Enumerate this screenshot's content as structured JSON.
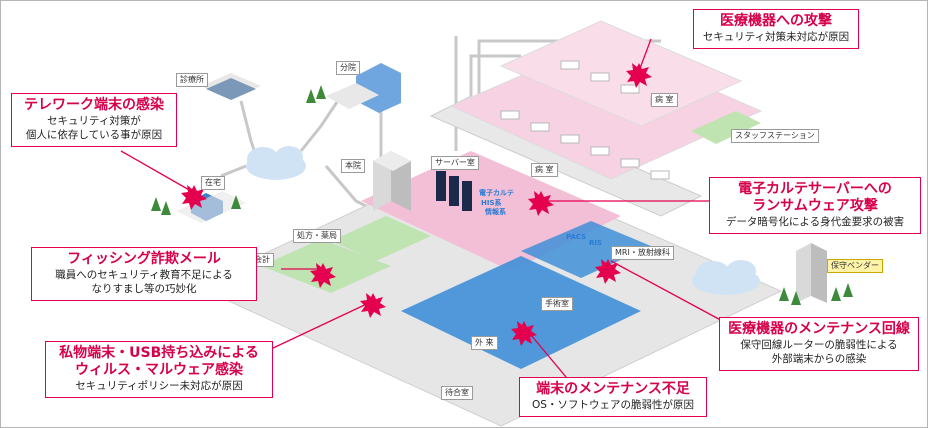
{
  "colors": {
    "accent": "#e4004f",
    "floor_pink": "#f3bfd6",
    "floor_green": "#bfe3b1",
    "floor_blue": "#3f8fd8",
    "cloud": "#cfe3f5"
  },
  "icons": {
    "threat": "red-burst-icon",
    "cloud": "cloud-icon",
    "building": "building-icon",
    "tree": "tree-icon"
  },
  "callouts": {
    "medical_device_attack": {
      "title": "医療機器への攻撃",
      "desc": "セキュリティ対策未対応が原因"
    },
    "telework": {
      "title": "テレワーク端末の感染",
      "desc1": "セキュリティ対策が",
      "desc2": "個人に依存している事が原因"
    },
    "ransomware": {
      "title1": "電子カルテサーバーへの",
      "title2": "ランサムウェア攻撃",
      "desc": "データ暗号化による身代金要求の被害"
    },
    "phishing": {
      "title": "フィッシング詐欺メール",
      "desc1": "職員へのセキュリティ教育不足による",
      "desc2": "なりすまし等の巧妙化"
    },
    "maintenance_line": {
      "title": "医療機器のメンテナンス回線",
      "desc1": "保守回線ルーターの脆弱性による",
      "desc2": "外部端末からの感染"
    },
    "usb": {
      "title1": "私物端末・USB持ち込みによる",
      "title2": "ウィルス・マルウェア感染",
      "desc": "セキュリティポリシー未対応が原因"
    },
    "terminal_maintenance": {
      "title": "端末のメンテナンス不足",
      "desc": "OS・ソフトウェアの脆弱性が原因"
    }
  },
  "labels": {
    "clinic": "診療所",
    "branch": "分院",
    "home": "在宅",
    "main_hospital": "本院",
    "server_room": "サーバー室",
    "ward1": "病 室",
    "ward2": "病 室",
    "staff_station": "スタッフステーション",
    "prescription": "処方・薬局",
    "reception": "受付・会計",
    "mri": "MRI・放射線科",
    "surgery": "手術室",
    "outpatient": "外 来",
    "waiting": "待合室",
    "vendor": "保守ベンダー"
  },
  "system_tags": {
    "emr": "電子カルテ",
    "his": "HIS系",
    "info": "情報系",
    "pacs": "PACS",
    "ris": "RIS"
  }
}
